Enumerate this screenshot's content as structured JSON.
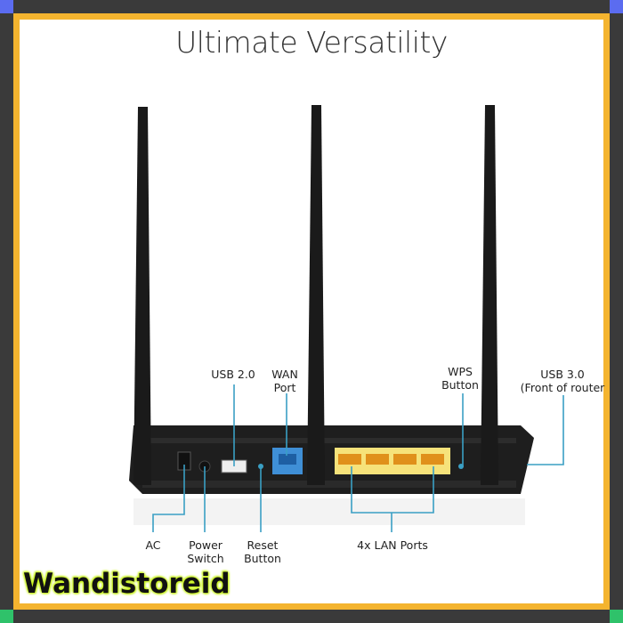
{
  "title": "Ultimate Versatility",
  "labels": {
    "usb2": "USB 2.0",
    "wan": [
      "WAN",
      "Port"
    ],
    "wps": [
      "WPS",
      "Button"
    ],
    "usb3": [
      "USB 3.0",
      "(Front of router"
    ],
    "ac": "AC",
    "power": [
      "Power",
      "Switch"
    ],
    "reset": [
      "Reset",
      "Button"
    ],
    "lan": "4x LAN Ports"
  },
  "watermark": "Wandistoreid",
  "colors": {
    "frame": "#f4b42f",
    "border": "#3a3a3a",
    "corner": "#5b6cf0",
    "callout": "#3a9fc4",
    "wan": "#3f8fd6",
    "lan": "#f2c21b"
  }
}
